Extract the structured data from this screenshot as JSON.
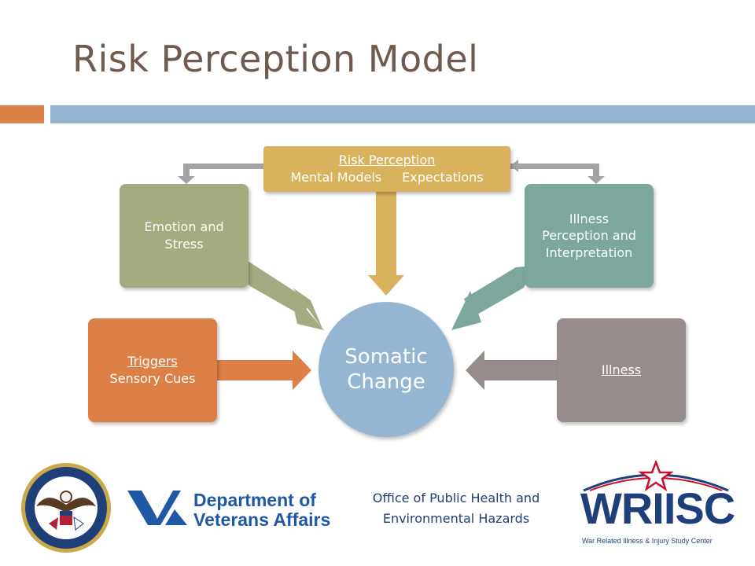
{
  "slide": {
    "title": "Risk Perception Model"
  },
  "diagram": {
    "center": {
      "line1": "Somatic",
      "line2": "Change"
    },
    "risk_perception": {
      "title": "Risk Perception",
      "item1": "Mental Models",
      "item2": "Expectations"
    },
    "emotion": {
      "line1": "Emotion and",
      "line2": "Stress"
    },
    "illness_perception": {
      "line1": "Illness",
      "line2": "Perception and",
      "line3": "Interpretation"
    },
    "triggers": {
      "line1": "Triggers",
      "line2": "Sensory Cues"
    },
    "illness": {
      "label": "Illness"
    }
  },
  "colors": {
    "orange": "#dd8047",
    "blue": "#94b6d2",
    "olive": "#a5ab81",
    "teal": "#7ba79d",
    "gold": "#d8b25c",
    "gray": "#968c8c",
    "title": "#6e5a4e",
    "navy": "#1f3f79"
  },
  "footer": {
    "va_line1": "Department of",
    "va_line2": "Veterans Affairs",
    "office_line1": "Office of Public Health and",
    "office_line2": "Environmental Hazards",
    "wriisc_name": "WRIISC",
    "wriisc_tagline": "War Related Illness & Injury Study Center",
    "seal_icon": "va-seal-icon",
    "va_icon": "va-logo-icon"
  }
}
